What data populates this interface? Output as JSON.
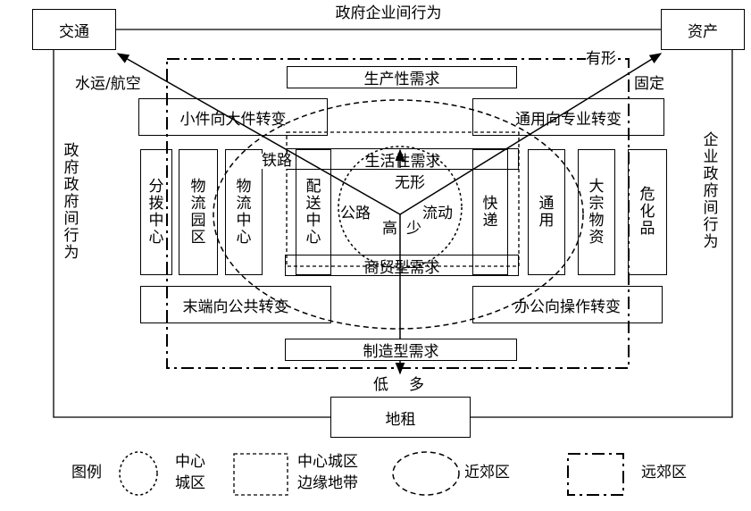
{
  "corners": {
    "top_left": "交通",
    "top_right": "资产",
    "bottom": "地租"
  },
  "top_edge_label": "政府企业间行为",
  "left_side_label": "政府政府间行为",
  "right_side_label": "企业政府间行为",
  "arrow_labels": {
    "water_air": "水运/航空",
    "tangible": "有形",
    "fixed": "固定",
    "railway": "铁路",
    "highway": "公路",
    "intangible": "无形",
    "mobile": "流动",
    "high": "高",
    "few": "少",
    "low": "低",
    "many": "多"
  },
  "horizontal_boxes": {
    "productive_demand": "生产性需求",
    "small_to_large": "小件向大件转变",
    "general_to_special": "通用向专业转变",
    "living_demand": "生活性需求",
    "commercial_demand": "商贸型需求",
    "terminal_to_public": "末端向公共转变",
    "office_to_operation": "办公向操作转变",
    "manufacturing_demand": "制造型需求"
  },
  "vertical_boxes": [
    "分拨中心",
    "物流园区",
    "物流中心",
    "配送中心",
    "快递",
    "通用",
    "大宗物资",
    "危化品"
  ],
  "legend": {
    "title": "图例",
    "items": [
      "中心城区",
      "中心城区边缘地带",
      "近郊区",
      "远郊区"
    ],
    "item0_lines": [
      "中心",
      "城区"
    ],
    "item1_lines": [
      "中心城区",
      "边缘地带"
    ]
  }
}
